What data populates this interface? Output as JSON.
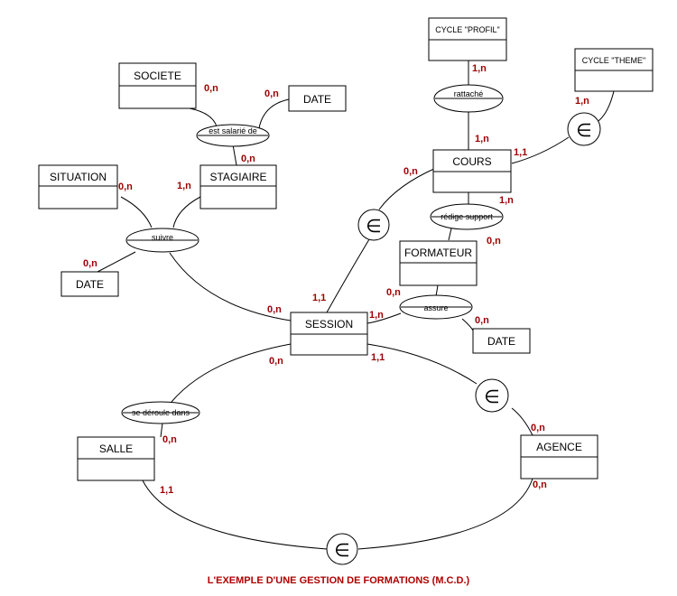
{
  "title": "L'EXEMPLE D'UNE GESTION DE FORMATIONS (M.C.D.)",
  "entities": {
    "societe": "SOCIETE",
    "date_top": "DATE",
    "stagiaire": "STAGIAIRE",
    "situation": "SITUATION",
    "date_left": "DATE",
    "session": "SESSION",
    "cycle_profil": "CYCLE \"PROFIL\"",
    "cycle_theme": "CYCLE \"THEME\"",
    "cours": "COURS",
    "formateur": "FORMATEUR",
    "date_right": "DATE",
    "salle": "SALLE",
    "agence": "AGENCE"
  },
  "associations": {
    "est_salarie_de": "est salarié de",
    "suivre": "suivre",
    "rattache": "rattaché",
    "redige_support": "rédige support",
    "assure": "assure",
    "se_deroule_dans": "se déroule dans",
    "inclusion_symbol": "∈"
  },
  "cardinalities": {
    "societe_salarie": "0,n",
    "date_salarie": "0,n",
    "stagiaire_salarie": "0,n",
    "situation_suivre": "0,n",
    "stagiaire_suivre": "1,n",
    "date_suivre": "0,n",
    "session_suivre": "0,n",
    "profil_rattache": "1,n",
    "cours_rattache": "1,n",
    "theme_inclusion": "1,n",
    "cours_inclusion": "1,1",
    "cours_session_inclusion": "0,n",
    "session_cours_inclusion": "1,1",
    "cours_redige": "1,n",
    "formateur_redige": "0,n",
    "formateur_assure": "0,n",
    "session_assure": "1,n",
    "date_assure": "0,n",
    "session_salle": "0,n",
    "session_agence": "1,1",
    "salle_deroule": "0,n",
    "agence_session": "0,n",
    "salle_agence": "1,1",
    "agence_salle": "0,n"
  }
}
